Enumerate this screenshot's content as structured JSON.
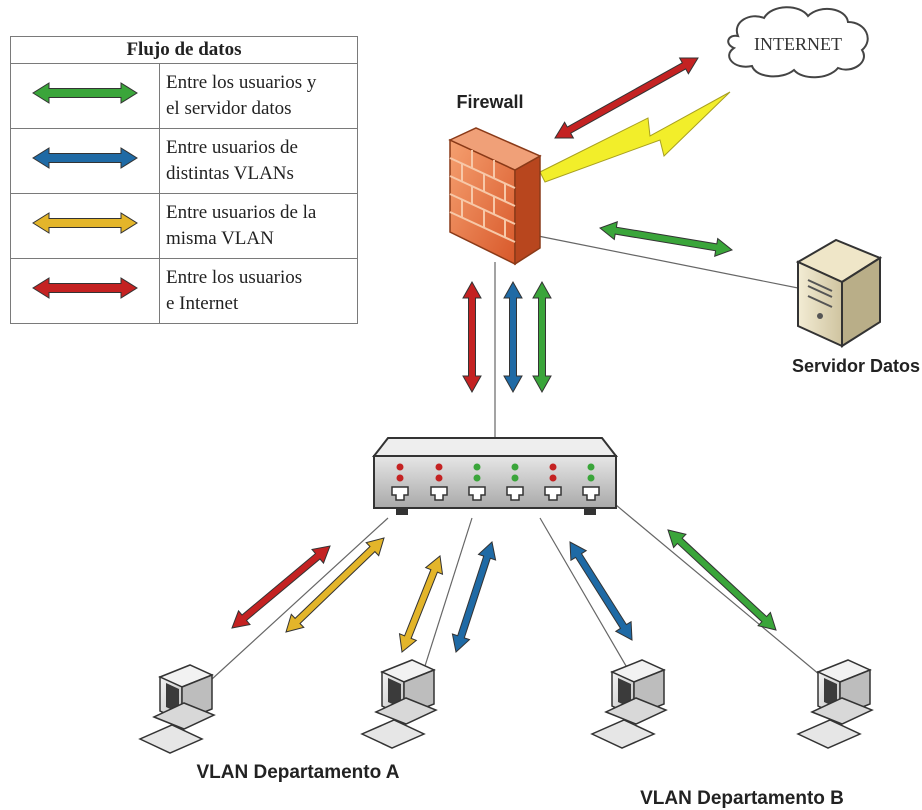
{
  "legend": {
    "title": "Flujo de datos",
    "items": [
      {
        "color": "#3aa53a",
        "line1": "Entre los usuarios y",
        "line2": "el servidor datos"
      },
      {
        "color": "#1f6aa5",
        "line1": "Entre usuarios de",
        "line2": "distintas VLANs"
      },
      {
        "color": "#e3b52a",
        "line1": "Entre usuarios de la",
        "line2": " misma VLAN"
      },
      {
        "color": "#c42222",
        "line1": "Entre los usuarios",
        "line2": "e Internet"
      }
    ]
  },
  "nodes": {
    "internet": "INTERNET",
    "firewall": "Firewall",
    "server": "Servidor Datos",
    "vlan_a": "VLAN Departamento A",
    "vlan_b": "VLAN Departamento B"
  },
  "colors": {
    "green": "#3aa53a",
    "blue": "#1f6aa5",
    "yellow": "#e3b52a",
    "red": "#c42222",
    "firewall": "#e8743a",
    "switch": "#c8c8c8",
    "lightning": "#f2ee2a"
  }
}
